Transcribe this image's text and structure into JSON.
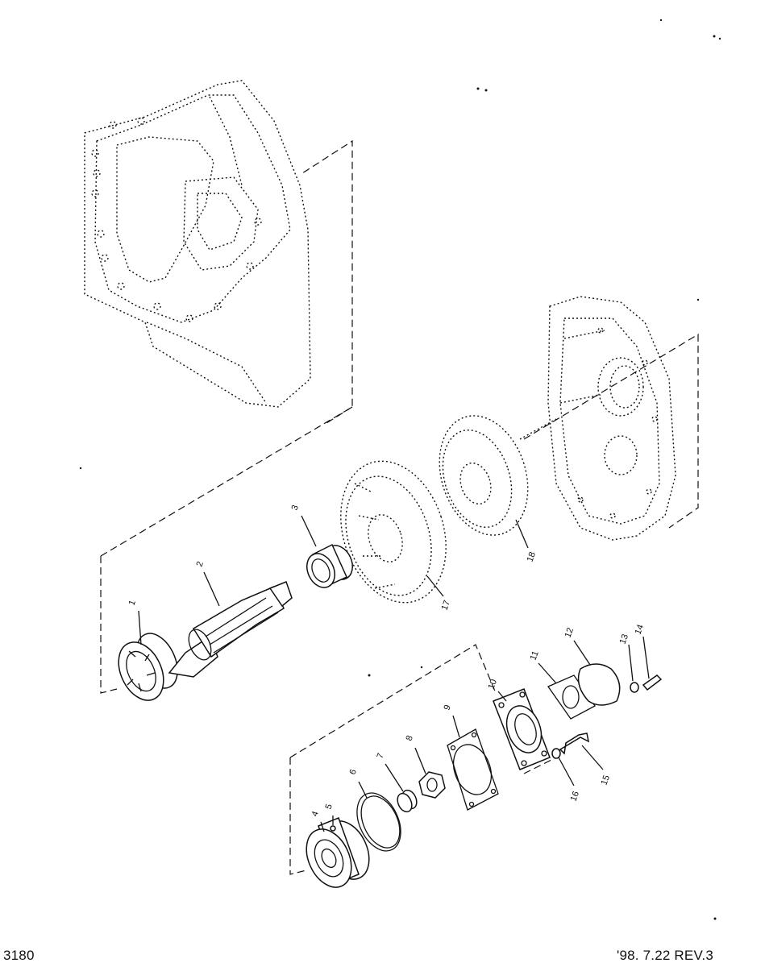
{
  "footer": {
    "drawing_number": "3180",
    "revision": "'98. 7.22  REV.3"
  },
  "callouts": {
    "p1": "1",
    "p2": "2",
    "p3": "3",
    "p4": "4",
    "p5": "5",
    "p6": "6",
    "p7": "7",
    "p8": "8",
    "p9": "9",
    "p10": "10",
    "p11": "11",
    "p12": "12",
    "p13": "13",
    "p14": "14",
    "p15": "15",
    "p16": "16",
    "p17": "17",
    "p18": "18"
  }
}
